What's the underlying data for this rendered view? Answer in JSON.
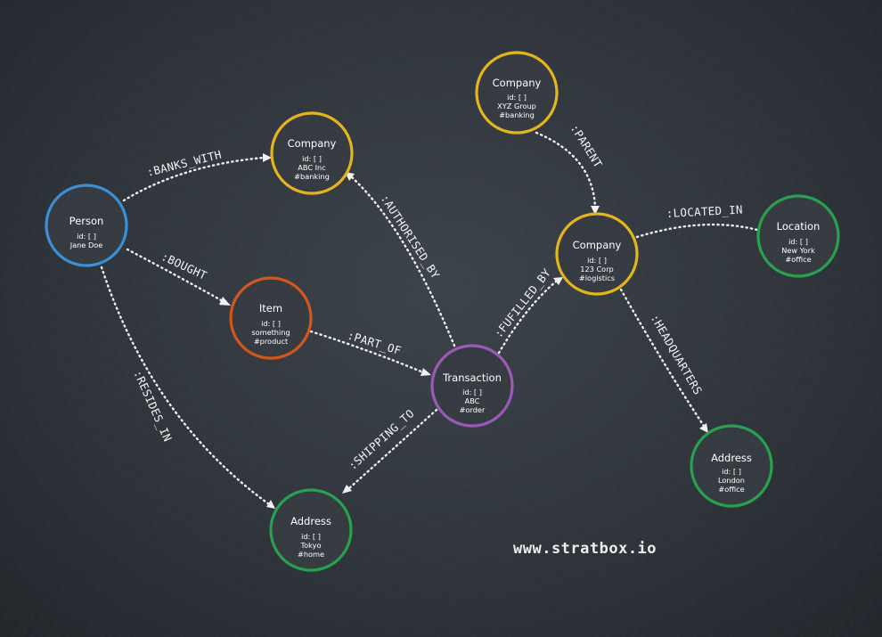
{
  "colors": {
    "person": "#3a8fd6",
    "company": "#e3b51d",
    "item": "#d3561a",
    "transaction": "#9b59b6",
    "address": "#27a14d",
    "location": "#27a14d",
    "edge": "#f2f2f2"
  },
  "nodes": {
    "person": {
      "title": "Person",
      "id": "id: [ ]",
      "line1": "Jane Doe",
      "line2": ""
    },
    "company_abc": {
      "title": "Company",
      "id": "id: [ ]",
      "line1": "ABC Inc",
      "line2": "#banking"
    },
    "company_xyz": {
      "title": "Company",
      "id": "id: [ ]",
      "line1": "XYZ Group",
      "line2": "#banking"
    },
    "company_123": {
      "title": "Company",
      "id": "id: [ ]",
      "line1": "123 Corp",
      "line2": "#logistics"
    },
    "location": {
      "title": "Location",
      "id": "id: [ ]",
      "line1": "New York",
      "line2": "#office"
    },
    "item": {
      "title": "Item",
      "id": "id: [ ]",
      "line1": "something",
      "line2": "#product"
    },
    "transaction": {
      "title": "Transaction",
      "id": "id: [ ]",
      "line1": "ABC",
      "line2": "#order"
    },
    "address_london": {
      "title": "Address",
      "id": "id: [ ]",
      "line1": "London",
      "line2": "#office"
    },
    "address_tokyo": {
      "title": "Address",
      "id": "id: [ ]",
      "line1": "Tokyo",
      "line2": "#home"
    }
  },
  "edges": {
    "banks_with": ":BANKS_WITH",
    "bought": ":BOUGHT",
    "resides_in": ":RESIDES_IN",
    "part_of": ":PART_OF",
    "authorised_by": ":AUTHORISED_BY",
    "fulfilled_by": ":FUFILLED_BY",
    "shipping_to": ":SHIPPING_TO",
    "parent": ":PARENT",
    "located_in": ":LOCATED_IN",
    "headquarters": ":HEADQUARTERS"
  },
  "watermark": "www.stratbox.io"
}
